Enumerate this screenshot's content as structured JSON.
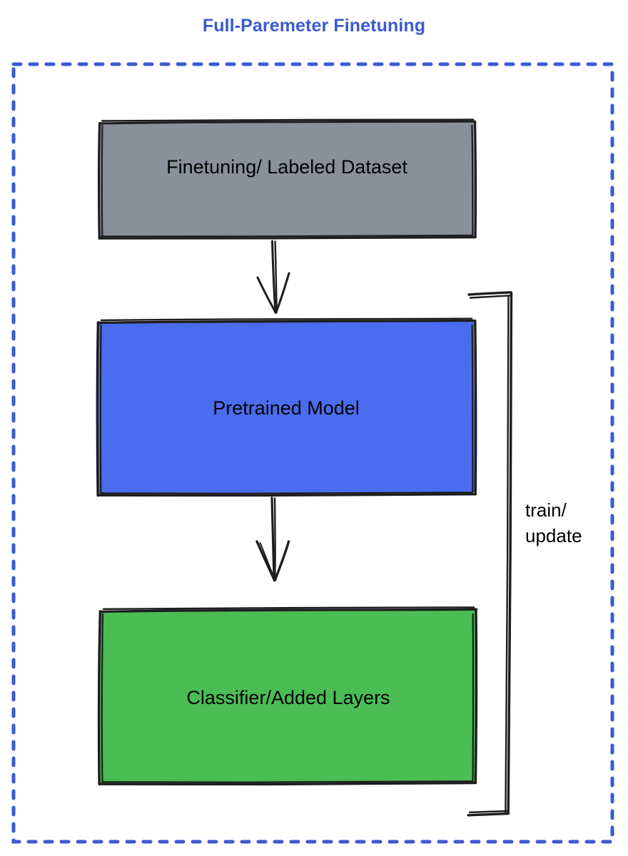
{
  "diagram": {
    "title": "Full-Paremeter Finetuning",
    "title_color": "#3b5bd1",
    "background_color": "#ffffff",
    "container": {
      "name": "dashed-boundary",
      "style": "dashed",
      "color": "#3b5bd1"
    },
    "nodes": [
      {
        "id": "dataset",
        "label": "Finetuning/ Labeled Dataset",
        "fill": "#8a9099",
        "stroke": "#1e1e1e",
        "text_color": "#000000"
      },
      {
        "id": "pretrained-model",
        "label": "Pretrained Model",
        "fill": "#4a6cee",
        "stroke": "#1e1e1e",
        "text_color": "#000000"
      },
      {
        "id": "classifier",
        "label": "Classifier/Added Layers",
        "fill": "#4abd55",
        "stroke": "#1e1e1e",
        "text_color": "#000000"
      }
    ],
    "edges": [
      {
        "id": "dataset-to-model",
        "from": "dataset",
        "to": "pretrained-model",
        "label": "",
        "arrow": "down"
      },
      {
        "id": "model-to-classifier",
        "from": "pretrained-model",
        "to": "classifier",
        "label": "",
        "arrow": "down"
      },
      {
        "id": "feedback-bracket",
        "from": "classifier",
        "to": "pretrained-model",
        "label": "train/\nupdate",
        "arrow": "none"
      }
    ]
  }
}
